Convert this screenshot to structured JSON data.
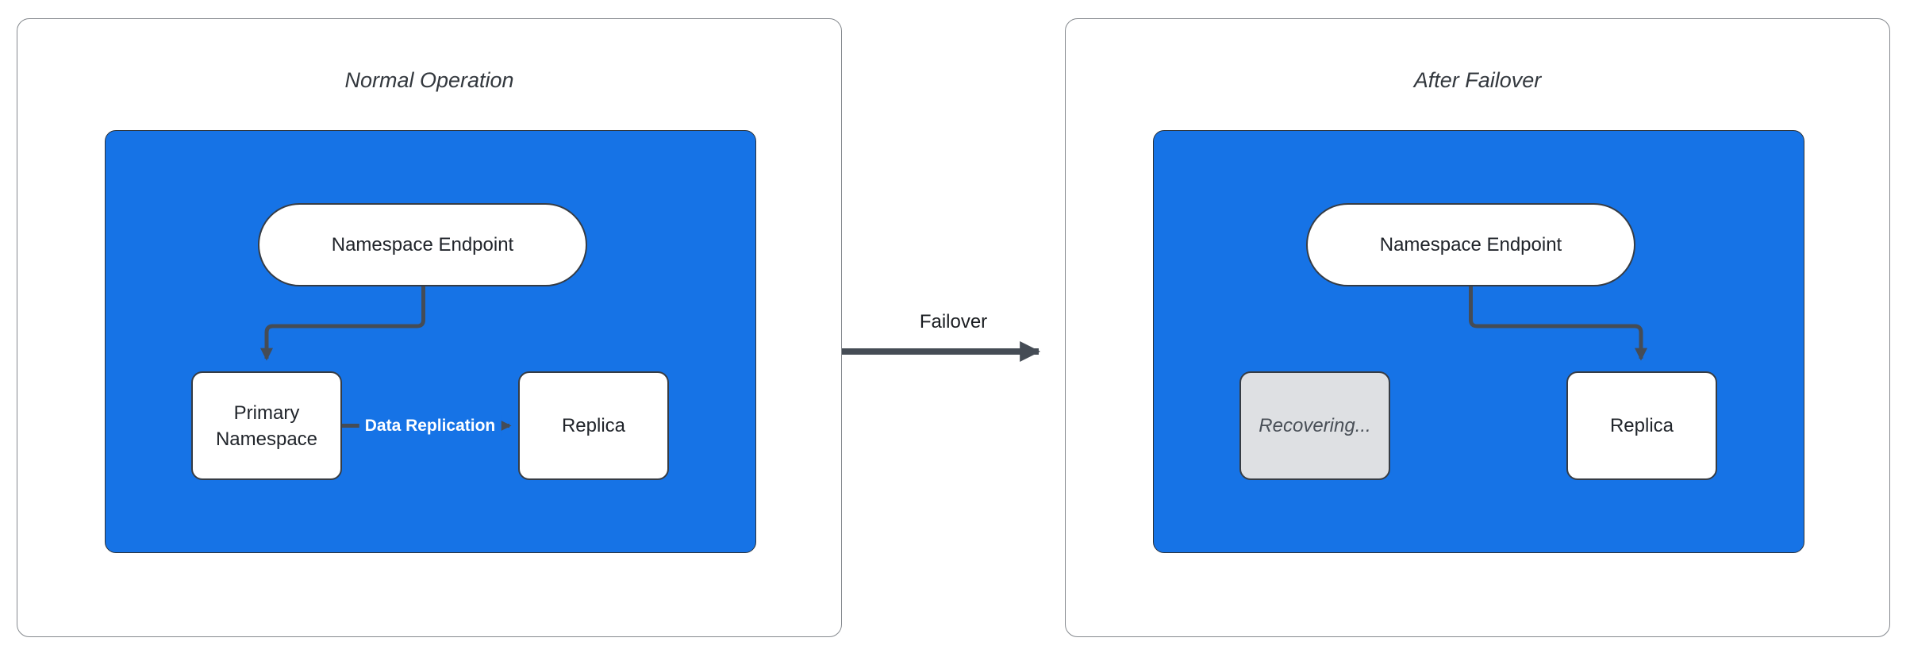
{
  "diagram": {
    "panels": [
      {
        "title": "Normal Operation",
        "endpoint_label": "Namespace Endpoint",
        "box1_label": "Primary Namespace",
        "box2_label": "Replica",
        "edge_label": "Data Replication"
      },
      {
        "title": "After Failover",
        "endpoint_label": "Namespace Endpoint",
        "box1_label": "Recovering...",
        "box2_label": "Replica"
      }
    ],
    "failover_label": "Failover",
    "colors": {
      "cluster_fill": "#1673E6",
      "node_fill": "#FFFFFF",
      "recovering_fill": "#DEE0E3",
      "edge_stroke": "#454C55",
      "node_border": "#363C44",
      "panel_border": "#85898E",
      "edge_label_text": "#FFFFFF",
      "title_text": "#33383E"
    }
  }
}
